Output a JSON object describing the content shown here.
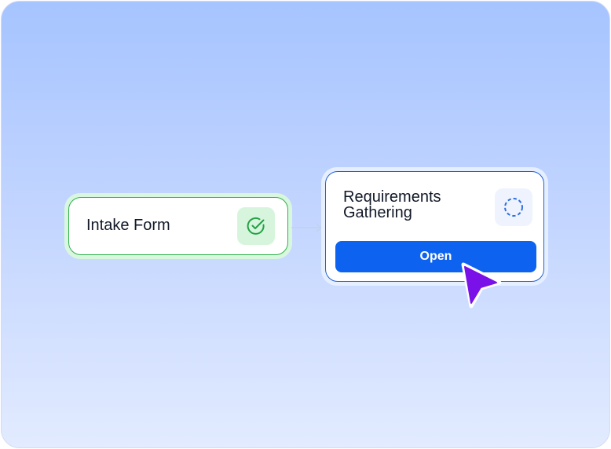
{
  "workflow": {
    "nodes": [
      {
        "label": "Intake Form",
        "status": "completed",
        "status_icon": "check-circle-icon"
      },
      {
        "label": "Requirements Gathering",
        "status": "pending",
        "status_icon": "dashed-circle-icon",
        "action_label": "Open"
      }
    ],
    "connector_icon": "arrow-right-icon"
  },
  "colors": {
    "background_top": "#a6c4ff",
    "background_bottom": "#e2ebff",
    "complete_border": "#2fb14b",
    "complete_fill": "#d7f5dc",
    "active_border": "#1f5fd6",
    "button": "#0d63f0",
    "cursor": "#7a11e8"
  },
  "pointer": {
    "icon": "mouse-pointer-icon"
  }
}
